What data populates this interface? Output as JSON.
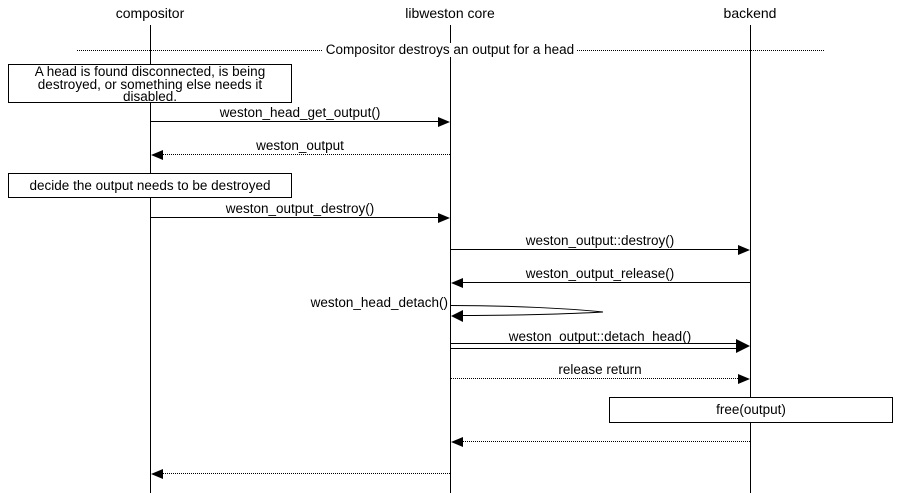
{
  "d": {
    "colors": {
      "ink": "#000000",
      "background": "#ffffff"
    },
    "divider": {
      "label": "Compositor destroys an output for a head"
    },
    "actors": [
      {
        "label": "compositor"
      },
      {
        "label": "libweston core"
      },
      {
        "label": "backend"
      }
    ],
    "notes": [
      {
        "lines": [
          "A head is found disconnected, is being",
          "destroyed, or something else needs it",
          "disabled."
        ]
      },
      {
        "lines": [
          "decide the output needs to be destroyed"
        ]
      },
      {
        "lines": [
          "free(output)"
        ]
      }
    ],
    "messages": [
      {
        "label": "weston_head_get_output()",
        "from": "compositor",
        "to": "libweston core",
        "style": "solid"
      },
      {
        "label": "weston_output",
        "from": "libweston core",
        "to": "compositor",
        "style": "dotted"
      },
      {
        "label": "weston_output_destroy()",
        "from": "compositor",
        "to": "libweston core",
        "style": "solid"
      },
      {
        "label": "weston_output::destroy()",
        "from": "libweston core",
        "to": "backend",
        "style": "solid"
      },
      {
        "label": "weston_output_release()",
        "from": "backend",
        "to": "libweston core",
        "style": "solid"
      },
      {
        "label": "weston_head_detach()",
        "from": "libweston core",
        "to": "libweston core",
        "style": "self"
      },
      {
        "label": "weston_output::detach_head()",
        "from": "libweston core",
        "to": "backend",
        "style": "double"
      },
      {
        "label": "release return",
        "from": "libweston core",
        "to": "backend",
        "style": "dotted"
      },
      {
        "label": "",
        "from": "backend",
        "to": "libweston core",
        "style": "dotted"
      },
      {
        "label": "",
        "from": "libweston core",
        "to": "compositor",
        "style": "dotted"
      }
    ]
  }
}
